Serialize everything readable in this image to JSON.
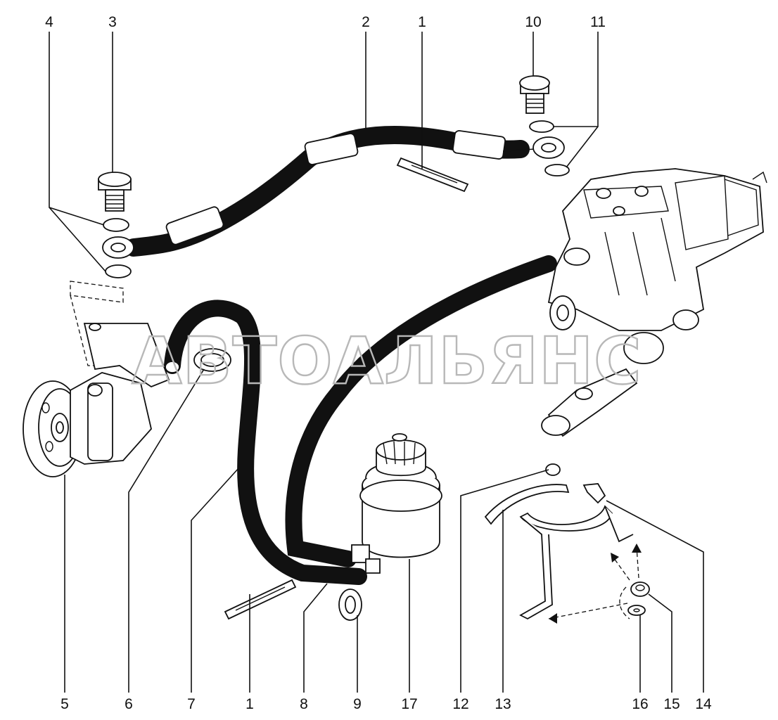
{
  "watermark": "АВТОАЛЬЯНС",
  "callouts": {
    "c1a": "1",
    "c2": "2",
    "c3": "3",
    "c4": "4",
    "c10": "10",
    "c11": "11",
    "c5": "5",
    "c6": "6",
    "c7": "7",
    "c1b": "1",
    "c8": "8",
    "c9": "9",
    "c17": "17",
    "c12": "12",
    "c13": "13",
    "c16": "16",
    "c15": "15",
    "c14": "14"
  }
}
